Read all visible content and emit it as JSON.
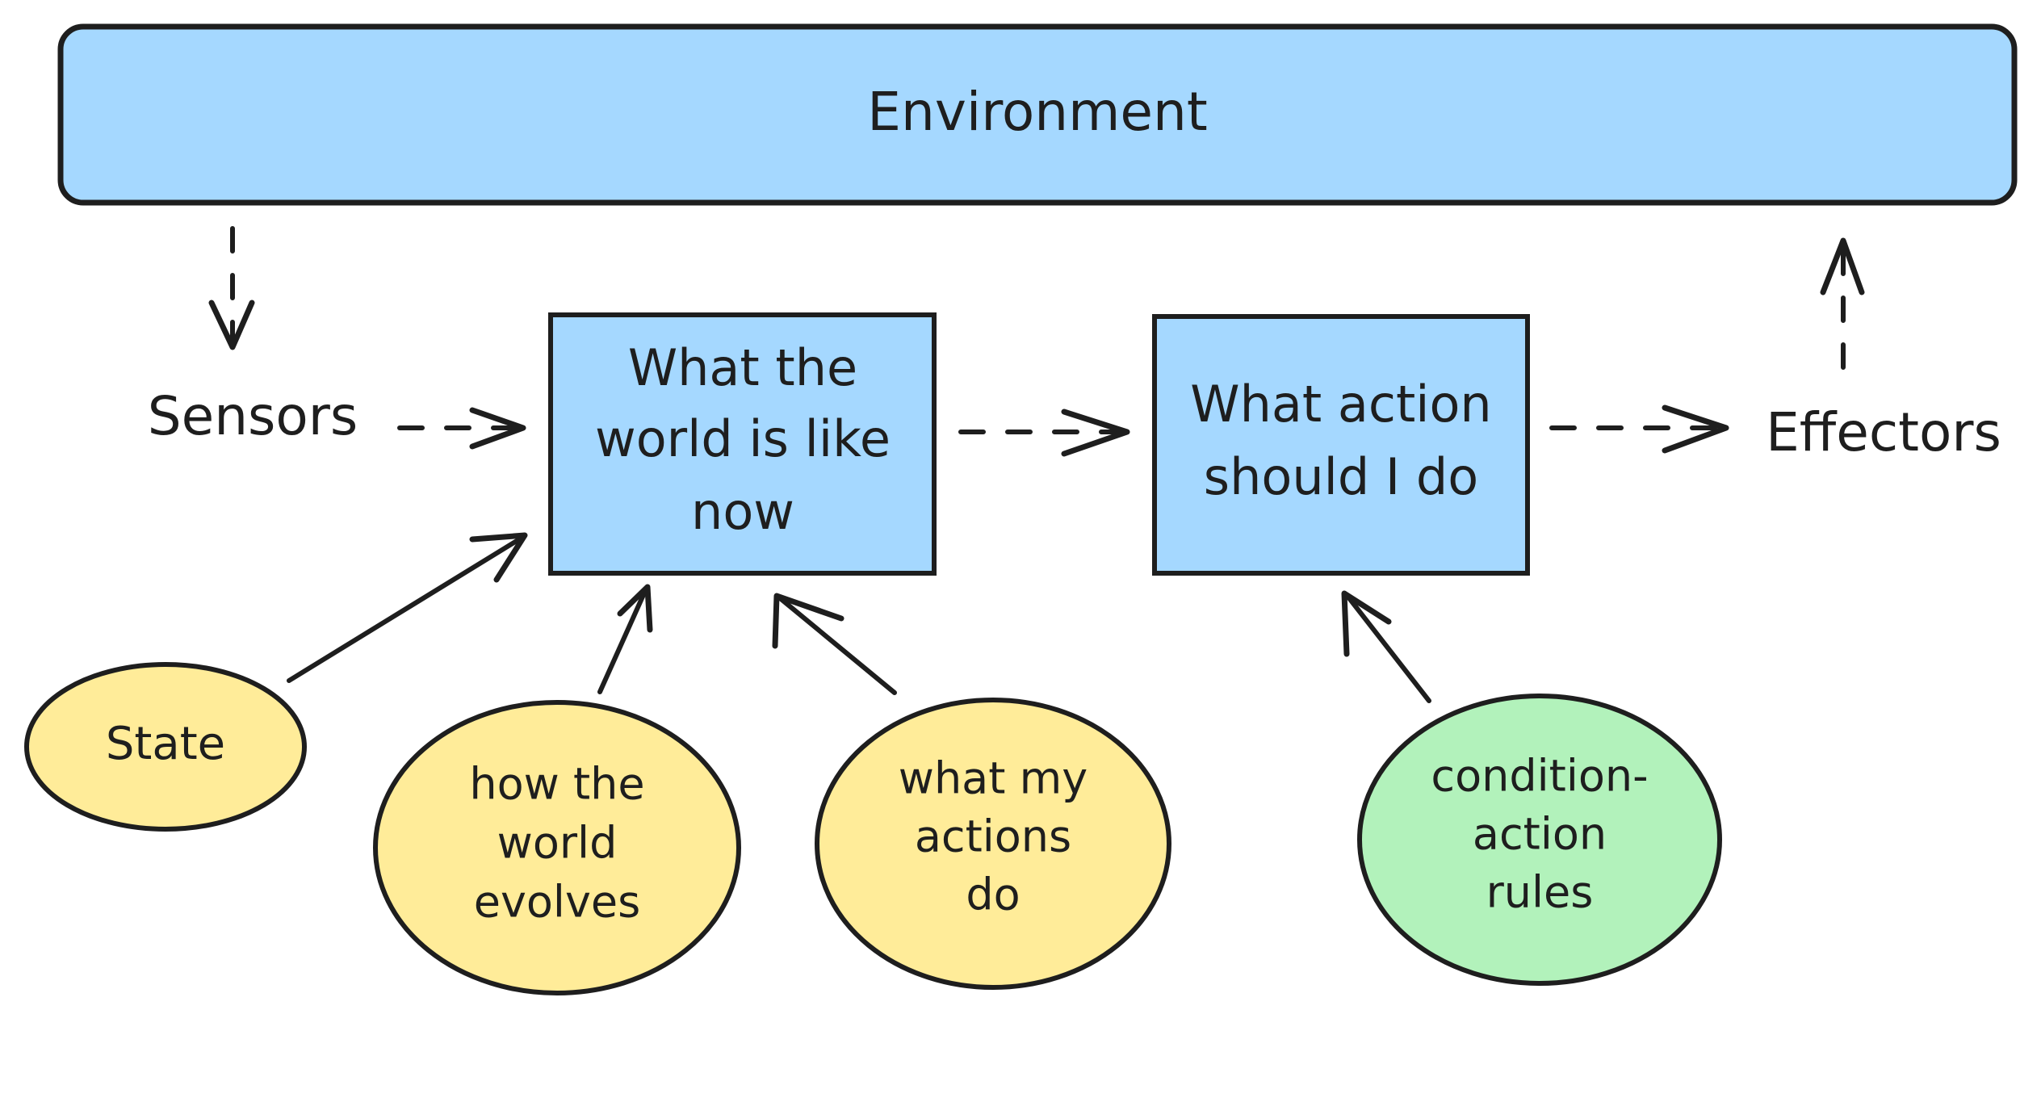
{
  "colors": {
    "environment_fill": "#a5d8ff",
    "process_fill": "#a5d8ff",
    "knowledge_fill": "#ffec99",
    "rules_fill": "#b2f2bb",
    "stroke": "#1e1e1e"
  },
  "environment": {
    "label": "Environment"
  },
  "sensors": {
    "label": "Sensors"
  },
  "effectors": {
    "label": "Effectors"
  },
  "world_now": {
    "lines": [
      "What the",
      "world is like",
      "now"
    ]
  },
  "action_choice": {
    "lines": [
      "What action",
      "should I do"
    ]
  },
  "state": {
    "label": "State"
  },
  "world_evolves": {
    "lines": [
      "how the",
      "world",
      "evolves"
    ]
  },
  "my_actions": {
    "lines": [
      "what my",
      "actions",
      "do"
    ]
  },
  "rules": {
    "lines": [
      "condition-",
      "action",
      "rules"
    ]
  }
}
